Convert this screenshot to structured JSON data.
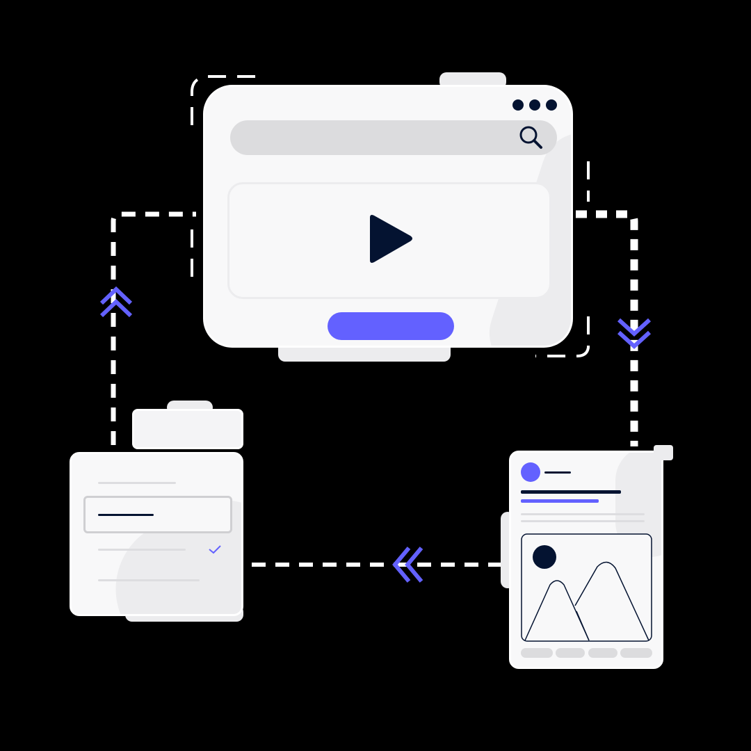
{
  "colors": {
    "accent": "#6361ff",
    "dark": "#041331",
    "panel": "#f8f8f9",
    "bar": "#dcdcde",
    "line": "#dddde0",
    "connector": "#ffffff",
    "background": "#000000"
  },
  "icons": {
    "window_menu": "three-dots-icon",
    "search": "search-icon",
    "play": "play-icon",
    "arrow_up": "double-chevron-up-icon",
    "arrow_down": "double-chevron-down-icon",
    "arrow_left": "double-chevron-left-icon",
    "check": "check-icon",
    "image": "image-placeholder-icon"
  },
  "nodes": [
    {
      "id": "video-window",
      "kind": "browser window with video player"
    },
    {
      "id": "social-post",
      "kind": "post card with image"
    },
    {
      "id": "form",
      "kind": "checklist form"
    }
  ],
  "edges": [
    {
      "from": "video-window",
      "to": "social-post",
      "direction": "down"
    },
    {
      "from": "social-post",
      "to": "form",
      "direction": "left"
    },
    {
      "from": "form",
      "to": "video-window",
      "direction": "up"
    }
  ]
}
